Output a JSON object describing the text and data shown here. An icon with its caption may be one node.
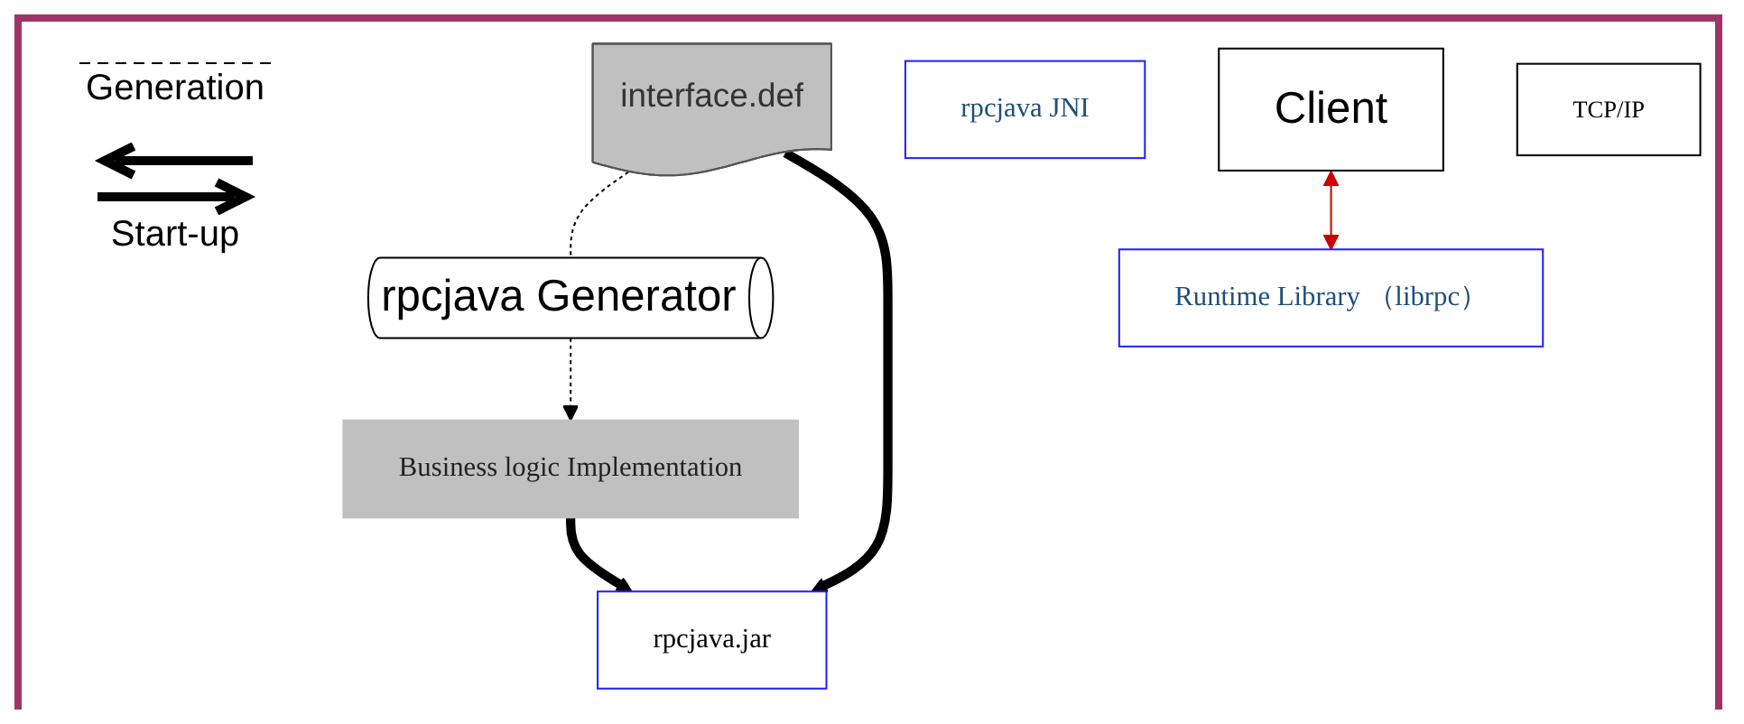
{
  "diagram": {
    "nodes": [
      {
        "text": [
          "interface.def"
        ]
      },
      {
        "text": [
          "rpcjava Generator"
        ]
      },
      {
        "text": [
          "rpcjava.jar"
        ]
      },
      {
        "text": [
          "rpcjava JNI"
        ]
      },
      {
        "text": [
          "Runtime Library （librpc）"
        ]
      },
      {
        "text": [
          "Business logic Implementation"
        ]
      },
      {
        "text": [
          "Client"
        ]
      },
      {
        "text": [
          "TCP/IP"
        ]
      }
    ],
    "edges": [
      {
        "from": 0,
        "to": 1,
        "arrow": "none",
        "style": "dashed"
      },
      {
        "from": 1,
        "to": 5,
        "arrow": "to",
        "style": "dashed"
      },
      {
        "from": 0,
        "to": 2,
        "arrow": "to",
        "style": "thick"
      },
      {
        "from": 5,
        "to": 2,
        "arrow": "to",
        "style": "thick"
      },
      {
        "from": 6,
        "to": 4,
        "arrow": "both",
        "color": "#cc0000"
      }
    ],
    "legend": [
      {
        "text": "Generation"
      },
      {
        "text": "Start-up"
      }
    ]
  }
}
